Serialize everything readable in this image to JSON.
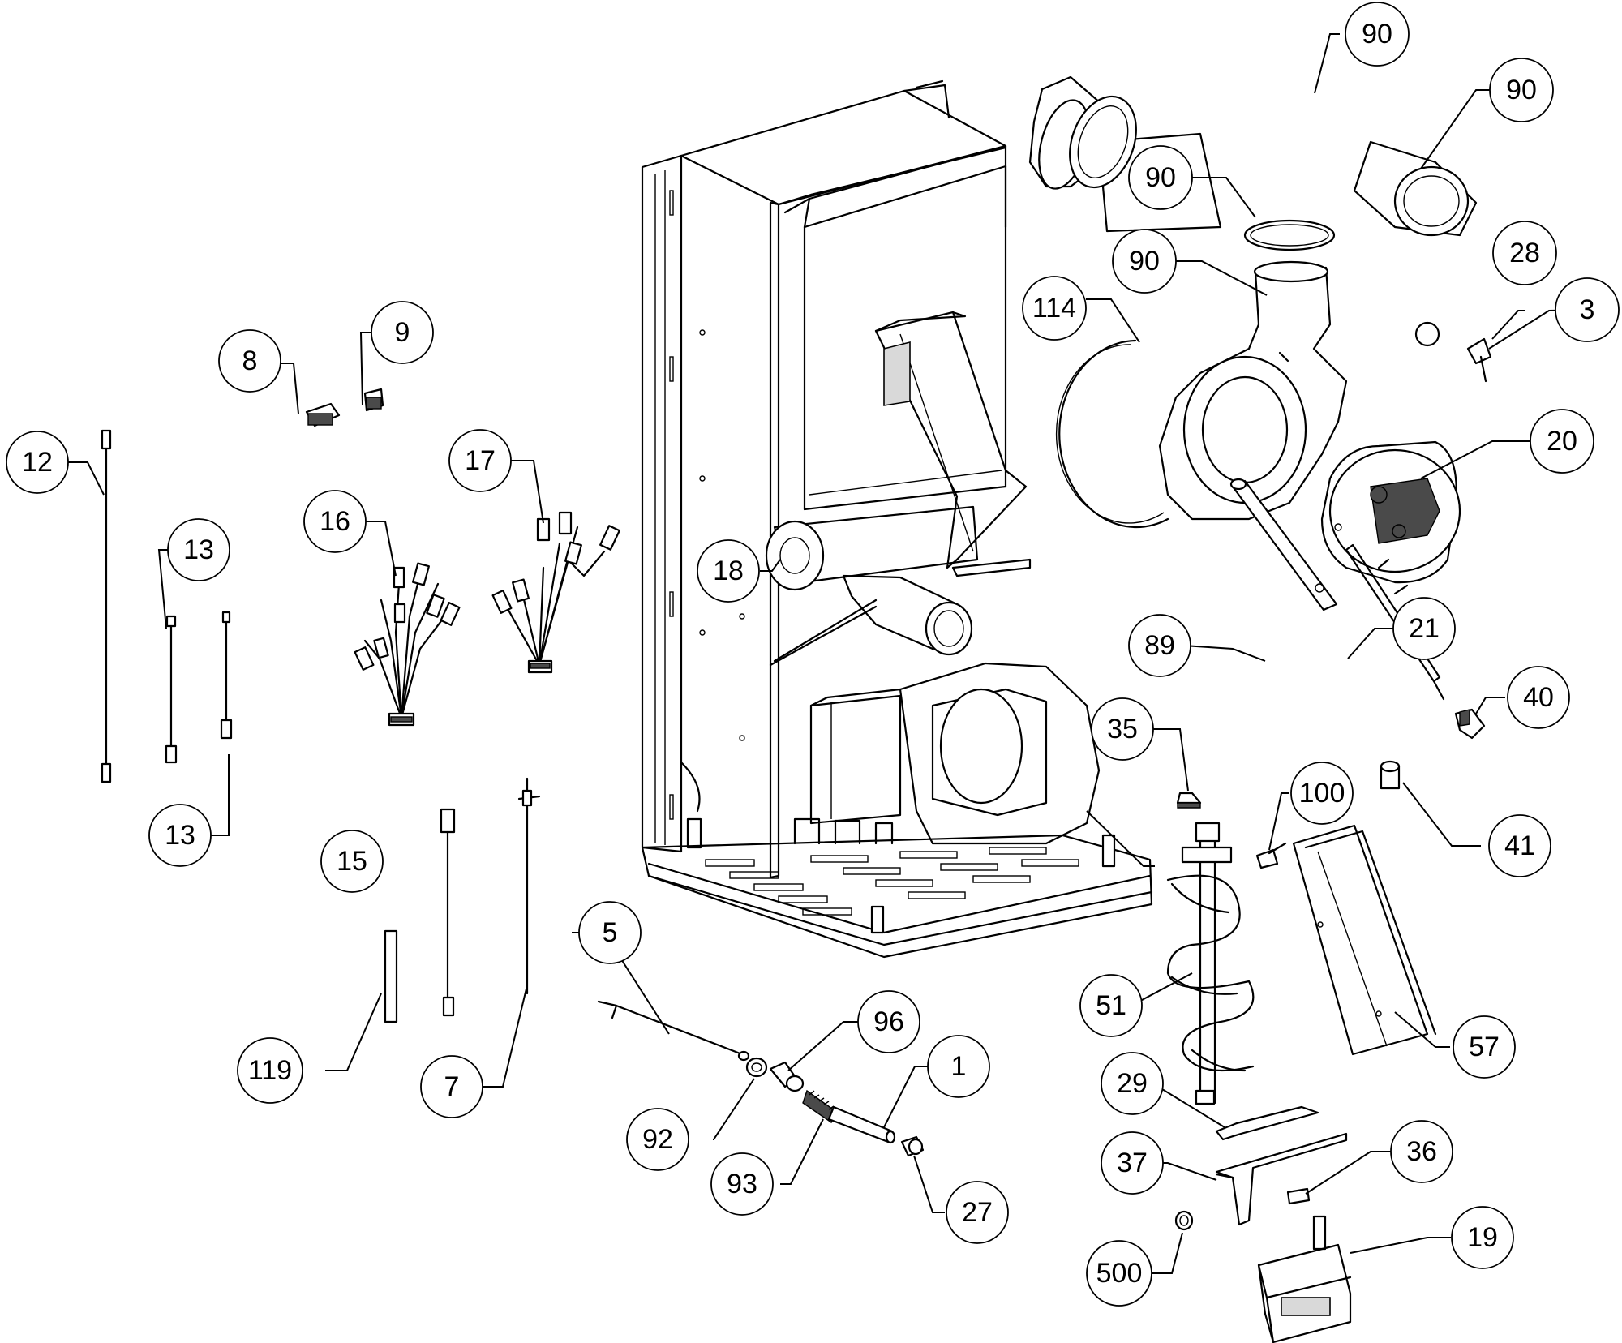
{
  "callouts": [
    {
      "id": "c90a",
      "label": "90"
    },
    {
      "id": "c90b",
      "label": "90"
    },
    {
      "id": "c90c",
      "label": "90"
    },
    {
      "id": "c90d",
      "label": "90"
    },
    {
      "id": "c114",
      "label": "114"
    },
    {
      "id": "c28",
      "label": "28"
    },
    {
      "id": "c3",
      "label": "3"
    },
    {
      "id": "c20",
      "label": "20"
    },
    {
      "id": "c8",
      "label": "8"
    },
    {
      "id": "c9",
      "label": "9"
    },
    {
      "id": "c12",
      "label": "12"
    },
    {
      "id": "c13a",
      "label": "13"
    },
    {
      "id": "c13b",
      "label": "13"
    },
    {
      "id": "c16",
      "label": "16"
    },
    {
      "id": "c17",
      "label": "17"
    },
    {
      "id": "c18",
      "label": "18"
    },
    {
      "id": "c89",
      "label": "89"
    },
    {
      "id": "c21",
      "label": "21"
    },
    {
      "id": "c40",
      "label": "40"
    },
    {
      "id": "c35",
      "label": "35"
    },
    {
      "id": "c41",
      "label": "41"
    },
    {
      "id": "c100",
      "label": "100"
    },
    {
      "id": "c15",
      "label": "15"
    },
    {
      "id": "c51",
      "label": "51"
    },
    {
      "id": "c57",
      "label": "57"
    },
    {
      "id": "c5",
      "label": "5"
    },
    {
      "id": "c96",
      "label": "96"
    },
    {
      "id": "c119",
      "label": "119"
    },
    {
      "id": "c7",
      "label": "7"
    },
    {
      "id": "c1",
      "label": "1"
    },
    {
      "id": "c29",
      "label": "29"
    },
    {
      "id": "c92",
      "label": "92"
    },
    {
      "id": "c37",
      "label": "37"
    },
    {
      "id": "c36",
      "label": "36"
    },
    {
      "id": "c93",
      "label": "93"
    },
    {
      "id": "c27",
      "label": "27"
    },
    {
      "id": "c19",
      "label": "19"
    },
    {
      "id": "c500",
      "label": "500"
    }
  ]
}
